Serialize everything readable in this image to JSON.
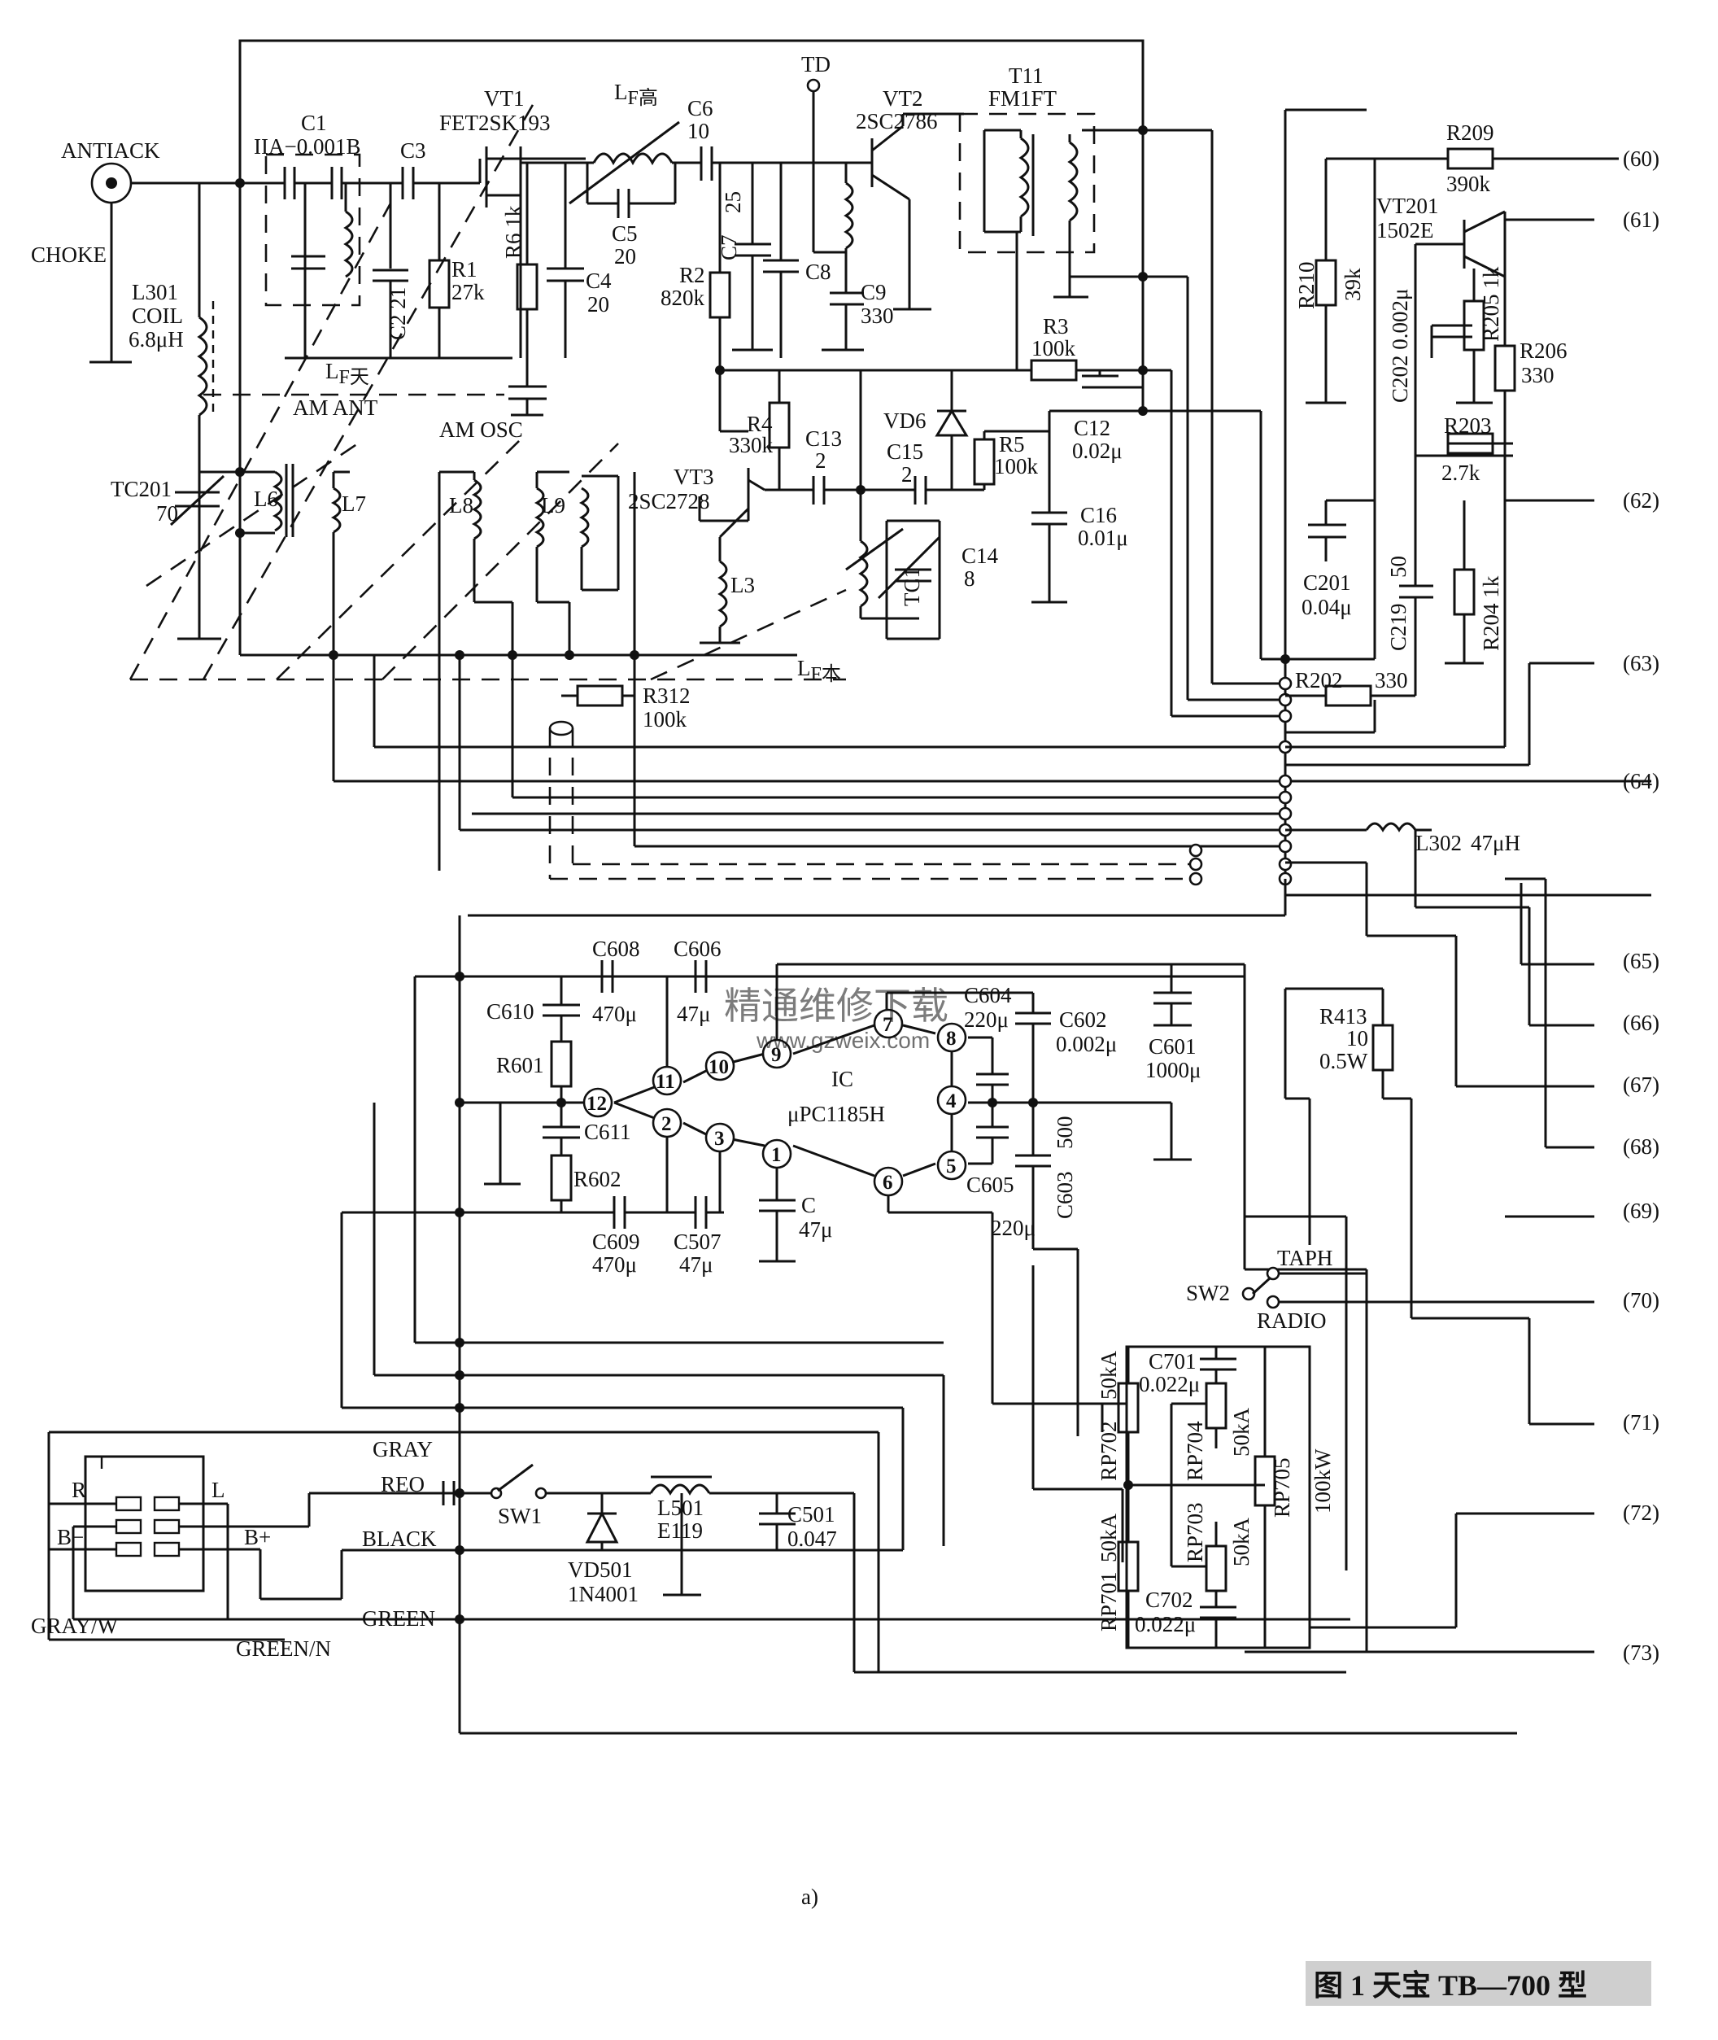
{
  "figure": {
    "caption_letter": "a)",
    "title": "图 1  天宝 TB—700 型",
    "watermark_cn": "精通维修下载",
    "watermark_url": "www.gzweix.com"
  },
  "connectors": [
    "(60)",
    "(61)",
    "(62)",
    "(63)",
    "(64)",
    "(65)",
    "(66)",
    "(67)",
    "(68)",
    "(69)",
    "(70)",
    "(71)",
    "(72)",
    "(73)"
  ],
  "antenna": {
    "jack": "ANTIACK",
    "choke": "CHOKE",
    "l301": "L301",
    "l301_type": "COIL",
    "l301_val": "6.8μH",
    "tc201": "TC201",
    "tc201_val": "70"
  },
  "rf": {
    "c1": "C1",
    "c1_val": "IIA−0.001B",
    "c3": "C3",
    "c2": "C2 21",
    "r1": "R1",
    "r1_val": "27k",
    "lf_ant": "L",
    "lf_ant_sub": "F天",
    "am_ant": "AM ANT",
    "am_osc": "AM OSC",
    "vt1": "VT1",
    "vt1_type": "FET2SK193",
    "r6": "R6 1k",
    "c4": "C4",
    "c4_val": "20",
    "lf_high": "L",
    "lf_high_sub": "F高",
    "c5": "C5",
    "c5_val": "20",
    "c6": "C6",
    "c6_val": "10",
    "r2": "R2",
    "r2_val": "820k",
    "c7": "C7",
    "c7_val": "25",
    "c8": "C8",
    "c9": "C9",
    "c9_val": "330",
    "td": "TD",
    "vt2": "VT2",
    "vt2_type": "2SC2786",
    "t11": "T11",
    "t11_type": "FM1FT",
    "r3": "R3",
    "r3_val": "100k",
    "c12": "C12",
    "c12_val": "0.02μ",
    "l6": "L6",
    "l7": "L7",
    "l8": "L8",
    "l9": "L9",
    "r4": "R4",
    "r4_val": "330k",
    "c13": "C13",
    "c13_val": "2",
    "vt3": "VT3",
    "vt3_type": "2SC2728",
    "l3": "L3",
    "vd6": "VD6",
    "r5": "R5",
    "r5_val": "100k",
    "c15": "C15",
    "c15_val": "2",
    "c14": "C14",
    "c14_val": "8",
    "tc1": "TC1",
    "c16": "C16",
    "c16_val": "0.01μ",
    "lf_osc": "L",
    "lf_osc_sub": "F本",
    "r312": "R312",
    "r312_val": "100k"
  },
  "if_stage": {
    "r209": "R209",
    "r209_val": "390k",
    "vt201": "VT201",
    "vt201_type": "1502E",
    "r210": "R210",
    "r210_val": "39k",
    "c202": "C202 0.002μ",
    "r205": "R205 1k",
    "r206": "R206",
    "r206_val": "330",
    "r203": "R203",
    "r203_val": "2.7k",
    "c201": "C201",
    "c201_val": "0.04μ",
    "c219": "C219",
    "c219_val": "50",
    "r204": "R204 1k",
    "r202": "R202",
    "r202_val": "330",
    "l302": "L302",
    "l302_val": "47μH"
  },
  "amp": {
    "ic": "IC",
    "ic_type": "μPC1185H",
    "pins": [
      "1",
      "2",
      "3",
      "4",
      "5",
      "6",
      "7",
      "8",
      "9",
      "10",
      "11",
      "12"
    ],
    "c608": "C608",
    "c608_val": "470μ",
    "c606": "C606",
    "c606_val": "47μ",
    "c610": "C610",
    "r601": "R601",
    "c611": "C611",
    "r602": "R602",
    "c609": "C609",
    "c609_val": "470μ",
    "c507": "C507",
    "c507_val": "47μ",
    "c": "C",
    "c_val": "47μ",
    "c604": "C604",
    "c604_val": "220μ",
    "c602": "C602",
    "c602_val": "0.002μ",
    "c601": "C601",
    "c601_val": "1000μ",
    "c605": "C605",
    "c605_val": "220μ",
    "c603": "C603",
    "c603_val": "500",
    "r413": "R413",
    "r413_val": "10",
    "r413_w": "0.5W"
  },
  "switch_section": {
    "sw2": "SW2",
    "taph": "TAPH",
    "radio": "RADIO"
  },
  "controls": {
    "rp702": "RP702",
    "rp702_val": "50kA",
    "c701": "C701",
    "c701_val": "0.022μ",
    "rp704": "RP704",
    "rp704_val": "50kA",
    "rp705": "RP705",
    "rp705_val": "100kW",
    "rp703": "RP703",
    "rp703_val": "50kA",
    "rp701": "RP701",
    "rp701_val": "50kA",
    "c702": "C702",
    "c702_val": "0.022μ"
  },
  "power": {
    "gray": "GRAY",
    "red": "REO",
    "black": "BLACK",
    "green": "GREEN",
    "sw1": "SW1",
    "l501": "L501",
    "l501_type": "E119",
    "vd501": "VD501",
    "vd501_type": "1N4001",
    "c501": "C501",
    "c501_val": "0.047",
    "conn_r": "R",
    "conn_l": "L",
    "conn_bminus": "B−",
    "conn_bplus": "B+",
    "gray_w": "GRAY/W",
    "green_n": "GREEN/N"
  }
}
